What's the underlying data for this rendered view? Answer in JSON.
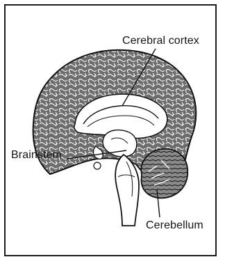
{
  "labels": {
    "cerebral_cortex": "Cerebral cortex",
    "brainstem": "Brainstem",
    "cerebellum": "Cerebellum"
  },
  "colors": {
    "ink": "#141414",
    "cortex_fill": "#6d6d6d",
    "inner_fill": "#ffffff",
    "frame": "#1a1a1a"
  }
}
